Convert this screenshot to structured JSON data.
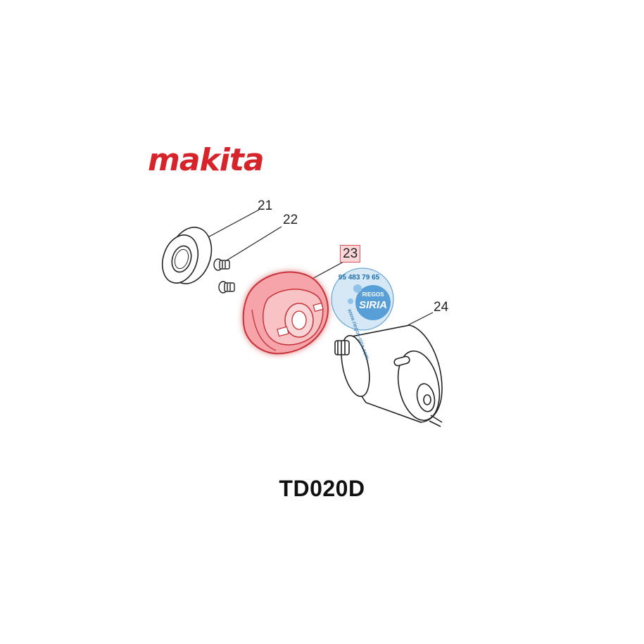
{
  "brand": {
    "name": "makita",
    "color": "#d7232a"
  },
  "model": "TD020D",
  "parts": [
    {
      "ref": "21",
      "name": "bearing"
    },
    {
      "ref": "22",
      "name": "screw"
    },
    {
      "ref": "23",
      "name": "motor-housing-end",
      "highlighted": true
    },
    {
      "ref": "24",
      "name": "dc-motor"
    }
  ],
  "watermark": {
    "phone": "95 483 79 65",
    "brand_top": "RIEGOS",
    "brand_main": "SIRIA",
    "url": "www.riegos-siria.com"
  },
  "colors": {
    "highlight": "#e0525a",
    "highlight_fill": "#f7a8ad",
    "line": "#222222",
    "watermark": "#2f86c8"
  }
}
